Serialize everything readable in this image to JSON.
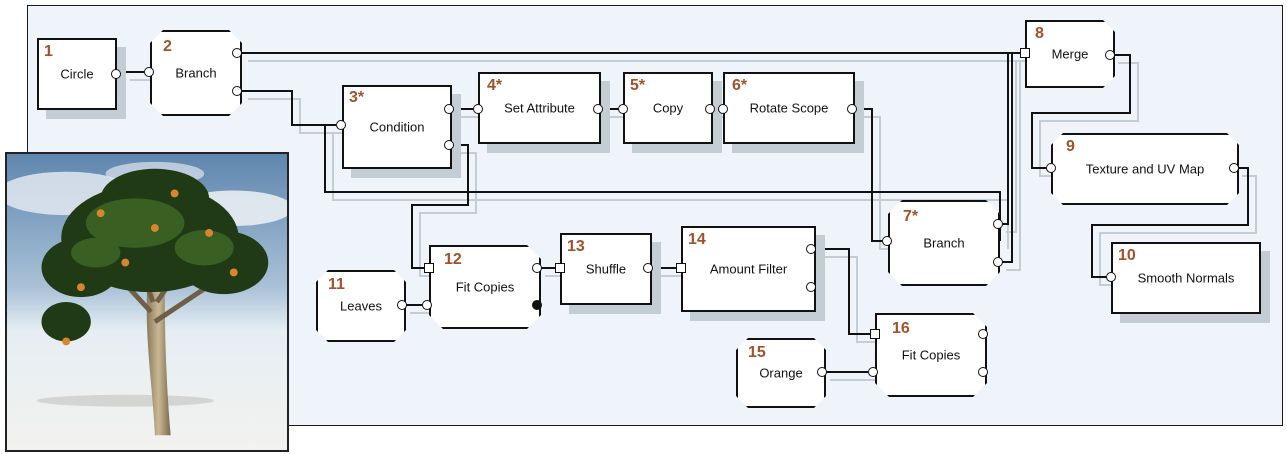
{
  "nodes": [
    {
      "id": "1",
      "num": "1",
      "label": "Circle"
    },
    {
      "id": "2",
      "num": "2",
      "label": "Branch"
    },
    {
      "id": "3",
      "num": "3*",
      "label": "Condition"
    },
    {
      "id": "4",
      "num": "4*",
      "label": "Set Attribute"
    },
    {
      "id": "5",
      "num": "5*",
      "label": "Copy"
    },
    {
      "id": "6",
      "num": "6*",
      "label": "Rotate Scope"
    },
    {
      "id": "7",
      "num": "7*",
      "label": "Branch"
    },
    {
      "id": "8",
      "num": "8",
      "label": "Merge"
    },
    {
      "id": "9",
      "num": "9",
      "label": "Texture and UV Map"
    },
    {
      "id": "10",
      "num": "10",
      "label": "Smooth Normals"
    },
    {
      "id": "11",
      "num": "11",
      "label": "Leaves"
    },
    {
      "id": "12",
      "num": "12",
      "label": "Fit Copies"
    },
    {
      "id": "13",
      "num": "13",
      "label": "Shuffle"
    },
    {
      "id": "14",
      "num": "14",
      "label": "Amount Filter"
    },
    {
      "id": "15",
      "num": "15",
      "label": "Orange"
    },
    {
      "id": "16",
      "num": "16",
      "label": "Fit Copies"
    }
  ],
  "colors": {
    "node_number": "#a0522d",
    "wire": "#111111",
    "wire_shadow": "#c4ccd4",
    "canvas_bg": "#eef4fa"
  }
}
